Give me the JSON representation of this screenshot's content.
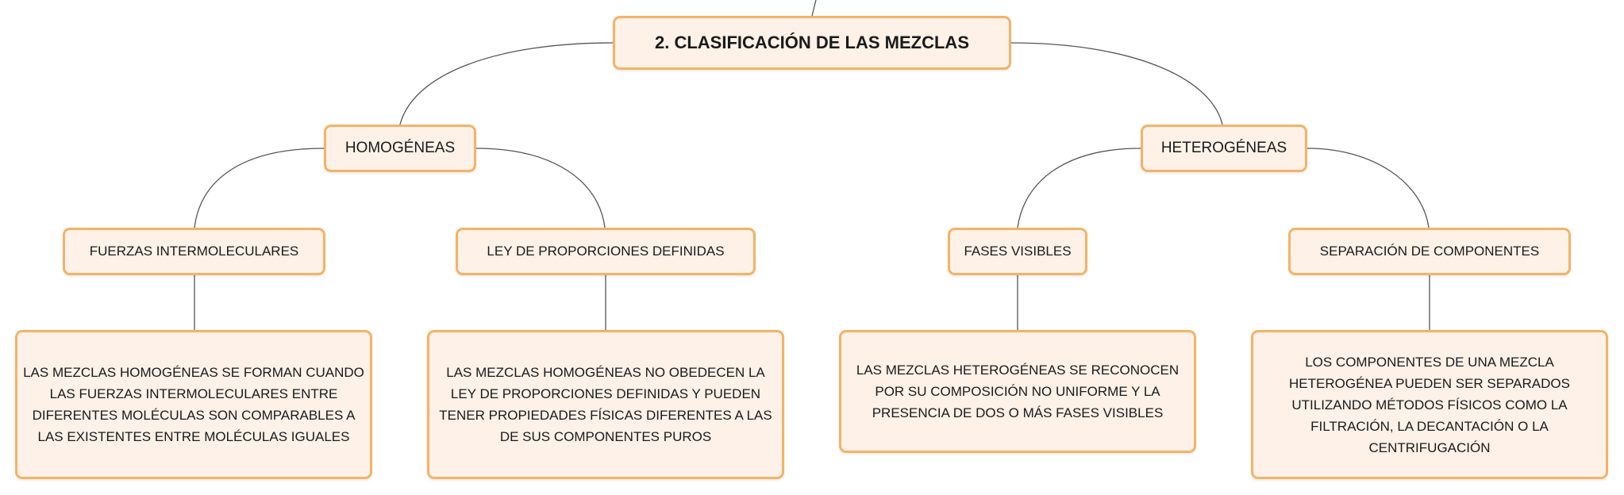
{
  "root": {
    "label": "2. CLASIFICACIÓN DE LAS MEZCLAS"
  },
  "homogeneas": {
    "label": "HOMOGÉNEAS",
    "fuerzas": {
      "label": "FUERZAS INTERMOLECULARES",
      "text": "LAS MEZCLAS HOMOGÉNEAS SE FORMAN CUANDO LAS FUERZAS INTERMOLECULARES ENTRE DIFERENTES MOLÉCULAS SON COMPARABLES A LAS EXISTENTES ENTRE MOLÉCULAS IGUALES"
    },
    "ley": {
      "label": "LEY DE PROPORCIONES DEFINIDAS",
      "text": "LAS MEZCLAS HOMOGÉNEAS NO OBEDECEN LA LEY DE PROPORCIONES DEFINIDAS Y PUEDEN TENER PROPIEDADES FÍSICAS DIFERENTES A LAS DE SUS COMPONENTES PUROS"
    }
  },
  "heterogeneas": {
    "label": "HETEROGÉNEAS",
    "fases": {
      "label": "FASES VISIBLES",
      "text": "LAS MEZCLAS HETEROGÉNEAS SE RECONOCEN POR SU COMPOSICIÓN NO UNIFORME Y LA PRESENCIA DE DOS O MÁS FASES VISIBLES"
    },
    "separacion": {
      "label": "SEPARACIÓN DE COMPONENTES",
      "text": "LOS COMPONENTES DE UNA MEZCLA HETEROGÉNEA PUEDEN SER SEPARADOS UTILIZANDO MÉTODOS FÍSICOS COMO LA FILTRACIÓN, LA DECANTACIÓN O LA CENTRIFUGACIÓN"
    }
  }
}
